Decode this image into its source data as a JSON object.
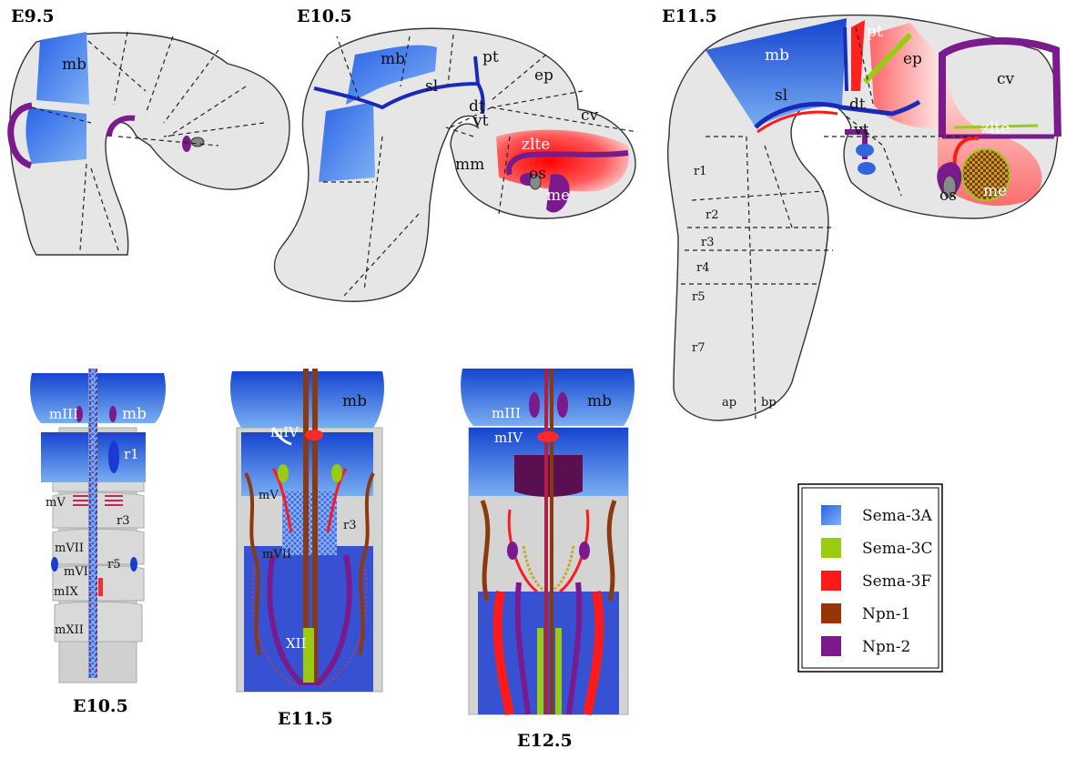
{
  "panels": {
    "e95": {
      "title": "E9.5",
      "mb": "mb"
    },
    "e105_lat": {
      "title": "E10.5",
      "mb": "mb",
      "pt": "pt",
      "ep": "ep",
      "sl": "sl",
      "dt": "dt",
      "vt": "vt",
      "cv": "cv",
      "zlte": "zlte",
      "mm": "mm",
      "os": "os",
      "me": "me"
    },
    "e115_lat": {
      "title": "E11.5",
      "mb": "mb",
      "pt": "pt",
      "ep": "ep",
      "sl": "sl",
      "dt": "dt",
      "vt": "vt",
      "cv": "cv",
      "zlte": "zlte",
      "os": "os",
      "me": "me",
      "r1": "r1",
      "r2": "r2",
      "r3": "r3",
      "r4": "r4",
      "r5": "r5",
      "r7": "r7",
      "ap": "ap",
      "bp": "bp"
    },
    "e105_dor": {
      "title": "E10.5",
      "mb": "mb",
      "mIII": "mIII",
      "r1": "r1",
      "mV": "mV",
      "r3": "r3",
      "mVII": "mVII",
      "mVI": "mVI",
      "r5": "r5",
      "mIX": "mIX",
      "mXII": "mXII"
    },
    "e115_dor": {
      "title": "E11.5",
      "mb": "mb",
      "mIV": "mIV",
      "mV": "mV",
      "r3": "r3",
      "mVII": "mVII",
      "XII": "XII"
    },
    "e125_dor": {
      "title": "E12.5",
      "mb": "mb",
      "mIII": "mIII",
      "mIV": "mIV"
    }
  },
  "legend": {
    "items": [
      {
        "label": "Sema-3A",
        "color": "#1a5ee0"
      },
      {
        "label": "Sema-3C",
        "color": "#99cc11"
      },
      {
        "label": "Sema-3F",
        "color": "#ff1a1a"
      },
      {
        "label": "Npn-1",
        "color": "#993300"
      },
      {
        "label": "Npn-2",
        "color": "#7a1a8c"
      }
    ]
  }
}
